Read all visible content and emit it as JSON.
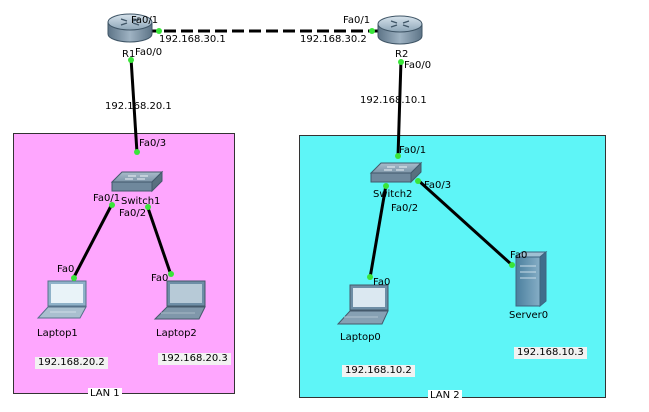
{
  "colors": {
    "lan1_fill": "#fea6fe",
    "lan2_fill": "#5ef5f7",
    "port_dot": "#39e539",
    "link": "#000000"
  },
  "areas": {
    "lan1": {
      "label": "LAN 1"
    },
    "lan2": {
      "label": "LAN 2"
    }
  },
  "devices": {
    "r1": {
      "name": "R1",
      "type": "router"
    },
    "r2": {
      "name": "R2",
      "type": "router"
    },
    "switch1": {
      "name": "Switch1",
      "type": "switch"
    },
    "switch2": {
      "name": "Switch2",
      "type": "switch"
    },
    "laptop1": {
      "name": "Laptop1",
      "type": "laptop"
    },
    "laptop2": {
      "name": "Laptop2",
      "type": "laptop"
    },
    "laptop0": {
      "name": "Laptop0",
      "type": "laptop"
    },
    "server0": {
      "name": "Server0",
      "type": "server"
    }
  },
  "ports": {
    "r1_fa01": "Fa0/1",
    "r1_fa00": "Fa0/0",
    "r2_fa01": "Fa0/1",
    "r2_fa00": "Fa0/0",
    "sw1_fa03": "Fa0/3",
    "sw1_fa01": "Fa0/1",
    "sw1_fa02": "Fa0/2",
    "sw2_fa01": "Fa0/1",
    "sw2_fa02": "Fa0/2",
    "sw2_fa03": "Fa0/3",
    "laptop1_fa0": "Fa0",
    "laptop2_fa0": "Fa0",
    "laptop0_fa0": "Fa0",
    "server0_fa0": "Fa0"
  },
  "addresses": {
    "r1_wan": "192.168.30.1",
    "r2_wan": "192.168.30.2",
    "r1_lan": "192.168.20.1",
    "r2_lan": "192.168.10.1",
    "laptop1": "192.168.20.2",
    "laptop2": "192.168.20.3",
    "laptop0": "192.168.10.2",
    "server0": "192.168.10.3"
  }
}
